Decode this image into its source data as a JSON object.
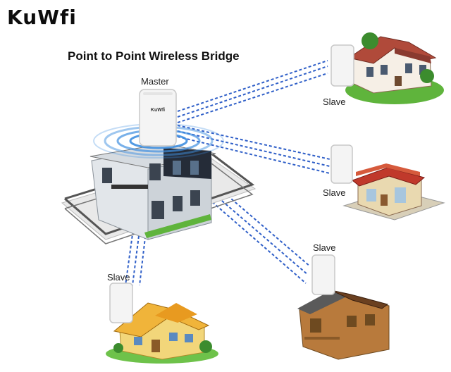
{
  "brand": {
    "name": "KuWfi"
  },
  "diagram": {
    "title": "Point to Point Wireless Bridge",
    "master_label": "Master",
    "slave_label": "Slave",
    "device_mark": "KuWfi"
  },
  "colors": {
    "link_line": "#2f5fc8",
    "signal_wave": "#3f8fe0",
    "device_body": "#f4f4f4",
    "roof_red": "#c0392b",
    "wood": "#b87a3c",
    "grass": "#5fb43c"
  },
  "icons": [
    "cpe-device-icon",
    "signal-wave-icon",
    "house-icon"
  ]
}
